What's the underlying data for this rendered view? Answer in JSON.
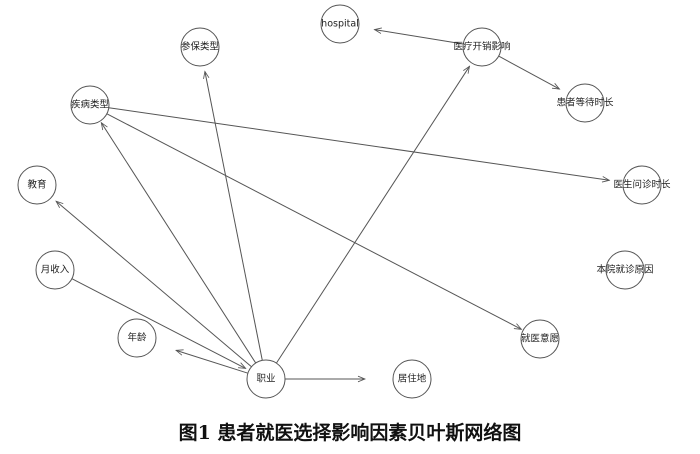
{
  "caption": "图1  患者就医选择影响因素贝叶斯网络图",
  "nodes": [
    {
      "id": "hospital",
      "label": "hospital"
    },
    {
      "id": "insurance",
      "label": "参保类型"
    },
    {
      "id": "cost",
      "label": "医疗开销影响"
    },
    {
      "id": "wait",
      "label": "患者等待时长"
    },
    {
      "id": "disease",
      "label": "疾病类型"
    },
    {
      "id": "consult",
      "label": "医生问诊时长"
    },
    {
      "id": "education",
      "label": "教育"
    },
    {
      "id": "reason",
      "label": "本院就诊原因"
    },
    {
      "id": "income",
      "label": "月收入"
    },
    {
      "id": "satisfaction",
      "label": "就医意愿"
    },
    {
      "id": "age",
      "label": "年龄"
    },
    {
      "id": "occupation",
      "label": "职业"
    },
    {
      "id": "residence",
      "label": "居住地"
    }
  ],
  "edges": [
    {
      "from": "occupation",
      "to": "insurance"
    },
    {
      "from": "occupation",
      "to": "disease"
    },
    {
      "from": "occupation",
      "to": "education"
    },
    {
      "from": "occupation",
      "to": "cost"
    },
    {
      "from": "occupation",
      "to": "residence"
    },
    {
      "from": "occupation",
      "to": "age"
    },
    {
      "from": "income",
      "to": "occupation"
    },
    {
      "from": "disease",
      "to": "consult"
    },
    {
      "from": "disease",
      "to": "satisfaction"
    },
    {
      "from": "cost",
      "to": "hospital"
    },
    {
      "from": "cost",
      "to": "wait"
    }
  ]
}
